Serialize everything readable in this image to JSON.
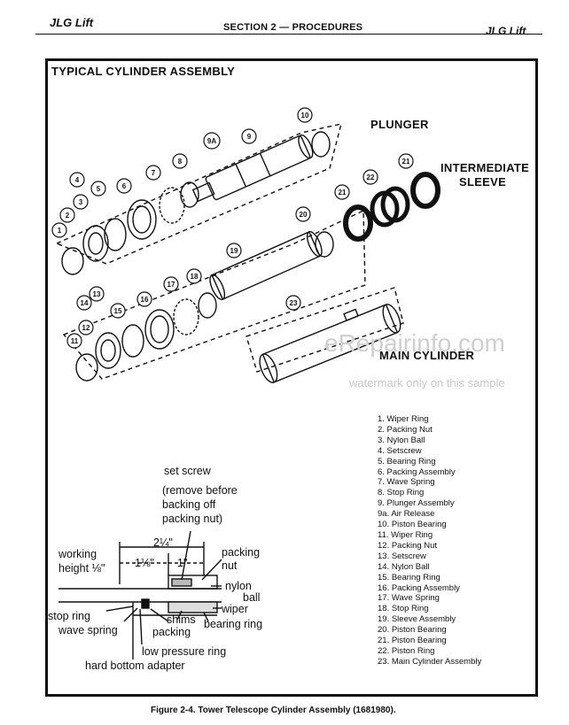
{
  "header": {
    "left": "JLG Lift",
    "center": "SECTION 2 — PROCEDURES",
    "right": "JLG Lift"
  },
  "figure": {
    "title": "TYPICAL CYLINDER ASSEMBLY",
    "labels": {
      "plunger": "PLUNGER",
      "intermediate": "INTERMEDIATE",
      "sleeve": "SLEEVE",
      "main_cylinder": "MAIN CYLINDER"
    },
    "callouts": [
      "1",
      "2",
      "3",
      "4",
      "5",
      "6",
      "7",
      "8",
      "9A",
      "9",
      "10",
      "21",
      "22",
      "21",
      "20",
      "19",
      "23",
      "11",
      "12",
      "14",
      "13",
      "15",
      "16",
      "17",
      "18"
    ]
  },
  "watermark": {
    "site": "eRepairinfo.com",
    "note": "watermark only on this sample"
  },
  "detail": {
    "set_screw": "set screw",
    "remove1": "(remove before",
    "remove2": "backing off",
    "remove3": "packing nut)",
    "dim_total": "2¼\"",
    "dim_a": "1⅛\"",
    "dim_b": "1\"",
    "working": "working",
    "height": "height ⅛\"",
    "packing": "packing",
    "nut": "nut",
    "nylon": "nylon",
    "ball": "ball",
    "wiper": "wiper",
    "stop_ring": "stop ring",
    "shims": "shims",
    "bearing_ring": "bearing ring",
    "wave_spring": "wave spring",
    "packing2": "packing",
    "low_pressure_ring": "low pressure ring",
    "hard_bottom_adapter": "hard bottom adapter"
  },
  "parts_list": [
    "1. Wiper Ring",
    "2. Packing Nut",
    "3. Nylon Ball",
    "4. Setscrew",
    "5. Bearing Ring",
    "6. Packing Assembly",
    "7. Wave Spring",
    "8. Stop Ring",
    "9. Plunger Assembly",
    "9a. Air Release",
    "10. Piston Bearing",
    "11. Wiper Ring",
    "12. Packing Nut",
    "13. Setscrew",
    "14. Nylon Ball",
    "15. Bearing Ring",
    "16. Packing Assembly",
    "17. Wave Spring",
    "18. Stop Ring",
    "19. Sleeve Assembly",
    "20. Piston Bearing",
    "21. Piston Bearing",
    "22. Piston Ring",
    "23. Main Cylinder Assembly"
  ],
  "caption": "Figure 2-4. Tower Telescope Cylinder Assembly (1681980)."
}
